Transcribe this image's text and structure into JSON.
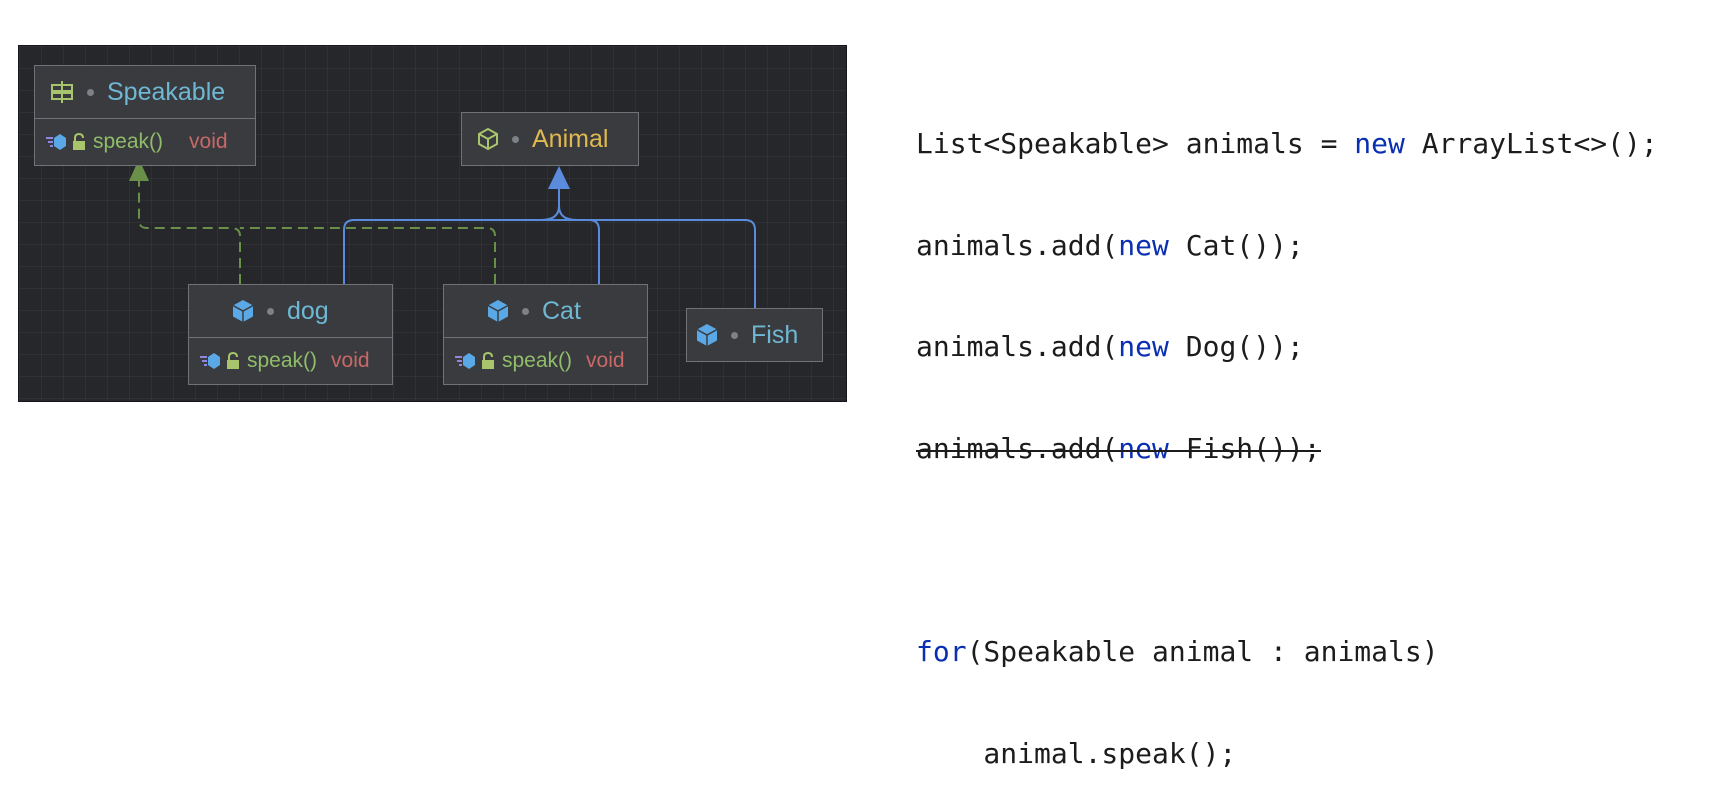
{
  "diagram": {
    "nodes": {
      "speakable": {
        "name": "Speakable",
        "icon": "interface-icon",
        "name_color": "#6fb8d4",
        "methods": [
          {
            "name": "speak()",
            "type": "void"
          }
        ]
      },
      "animal": {
        "name": "Animal",
        "icon": "abstract-class-icon",
        "name_color": "#e0b94f"
      },
      "dog": {
        "name": "dog",
        "icon": "class-icon",
        "name_color": "#6fb8d4",
        "methods": [
          {
            "name": "speak()",
            "type": "void"
          }
        ]
      },
      "cat": {
        "name": "Cat",
        "icon": "class-icon",
        "name_color": "#6fb8d4",
        "methods": [
          {
            "name": "speak()",
            "type": "void"
          }
        ]
      },
      "fish": {
        "name": "Fish",
        "icon": "class-icon",
        "name_color": "#6fb8d4"
      }
    },
    "edges": [
      {
        "from": "dog",
        "to": "speakable",
        "kind": "implements",
        "style": "dashed",
        "color": "#6a8f49"
      },
      {
        "from": "cat",
        "to": "speakable",
        "kind": "implements",
        "style": "dashed",
        "color": "#6a8f49"
      },
      {
        "from": "dog",
        "to": "animal",
        "kind": "extends",
        "style": "solid",
        "color": "#5b8bdc"
      },
      {
        "from": "cat",
        "to": "animal",
        "kind": "extends",
        "style": "solid",
        "color": "#5b8bdc"
      },
      {
        "from": "fish",
        "to": "animal",
        "kind": "extends",
        "style": "solid",
        "color": "#5b8bdc"
      }
    ]
  },
  "code": {
    "line1": {
      "a": "List<Speakable> animals = ",
      "kw": "new",
      "b": " ArrayList<>();"
    },
    "line2": {
      "a": "animals.add(",
      "kw": "new",
      "b": " Cat());"
    },
    "line3": {
      "a": "animals.add(",
      "kw": "new",
      "b": " Dog());"
    },
    "line4": {
      "a": "animals.add(",
      "kw": "new",
      "b": " Fish());",
      "struck_through": true
    },
    "line5": {
      "kw": "for",
      "b": "(Speakable animal : animals)"
    },
    "line6": {
      "a": "    animal.speak();"
    }
  }
}
